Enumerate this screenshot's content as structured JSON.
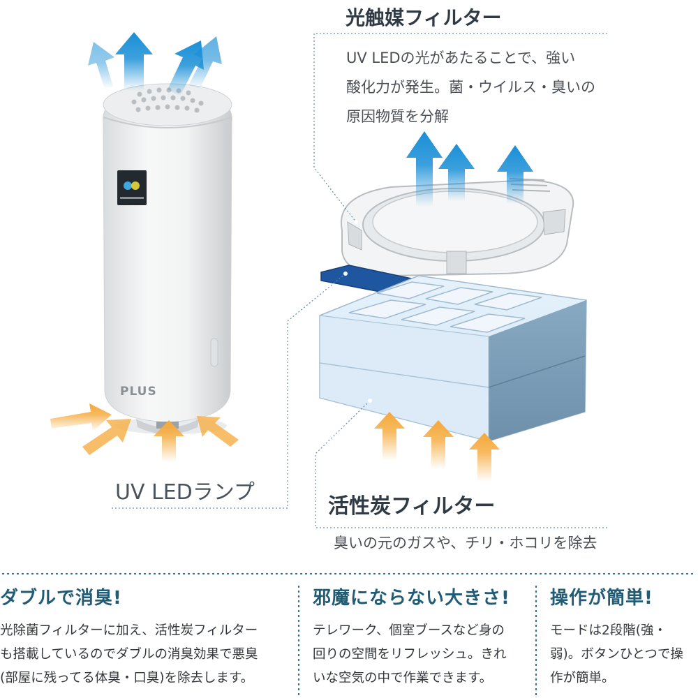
{
  "photocatalyst": {
    "title": "光触媒フィルター",
    "description": "UV LEDの光があたることで、強い\n酸化力が発生。菌・ウイルス・臭いの\n原因物質を分解"
  },
  "uv_lamp": {
    "label": "UV LEDランプ"
  },
  "activated_carbon": {
    "title": "活性炭フィルター",
    "description": "臭いの元のガスや、チリ・ホコリを除去"
  },
  "device": {
    "brand": "PLUS"
  },
  "features": [
    {
      "heading": "ダブルで消臭!",
      "body": "光除菌フィルターに加え、活性炭フィルター\nも搭載しているのでダブルの消臭効果で悪臭\n(部屋に残ってる体臭・口臭)を除去します。"
    },
    {
      "heading": "邪魔にならない大きさ!",
      "body": "テレワーク、個室ブースなど身の\n回りの空間をリフレッシュ。きれ\nいな空気の中で作業できます。"
    },
    {
      "heading": "操作が簡単!",
      "body": "モードは2段階(強・\n弱)。ボタンひとつで操\n作が簡単。"
    }
  ],
  "colors": {
    "outflow_arrow": "#1a8fd6",
    "inflow_arrow": "#f6b24e",
    "heading_accent": "#215c74",
    "leader_line": "#5f8fa6",
    "led_strip": "#1f56a0"
  }
}
